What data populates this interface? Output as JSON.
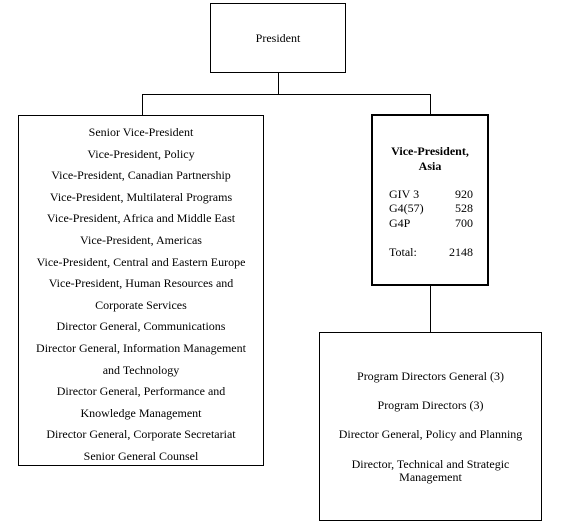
{
  "president": {
    "label": "President"
  },
  "left_box": {
    "rows": [
      "Senior Vice-President",
      "Vice-President, Policy",
      "Vice-President, Canadian Partnership",
      "Vice-President, Multilateral Programs",
      "Vice-President, Africa and Middle East",
      "Vice-President, Americas",
      "Vice-President, Central and Eastern Europe",
      "Vice-President, Human Resources and",
      "Corporate Services",
      "Director General, Communications",
      "Director General, Information Management",
      "and Technology",
      "Director General, Performance and",
      "Knowledge Management",
      "Director General, Corporate Secretariat",
      "Senior General Counsel"
    ]
  },
  "vp_asia": {
    "title_line1": "Vice-President,",
    "title_line2": "Asia",
    "grades": [
      {
        "label": "GIV 3",
        "value": "920"
      },
      {
        "label": "G4(57)",
        "value": "528"
      },
      {
        "label": "G4P",
        "value": "700"
      }
    ],
    "total_label": "Total:",
    "total_value": "2148"
  },
  "bottom_right": {
    "items": [
      "Program Directors General (3)",
      "Program Directors (3)",
      "Director General, Policy and Planning"
    ],
    "last_line1": "Director, Technical and Strategic",
    "last_line2": "Management"
  }
}
